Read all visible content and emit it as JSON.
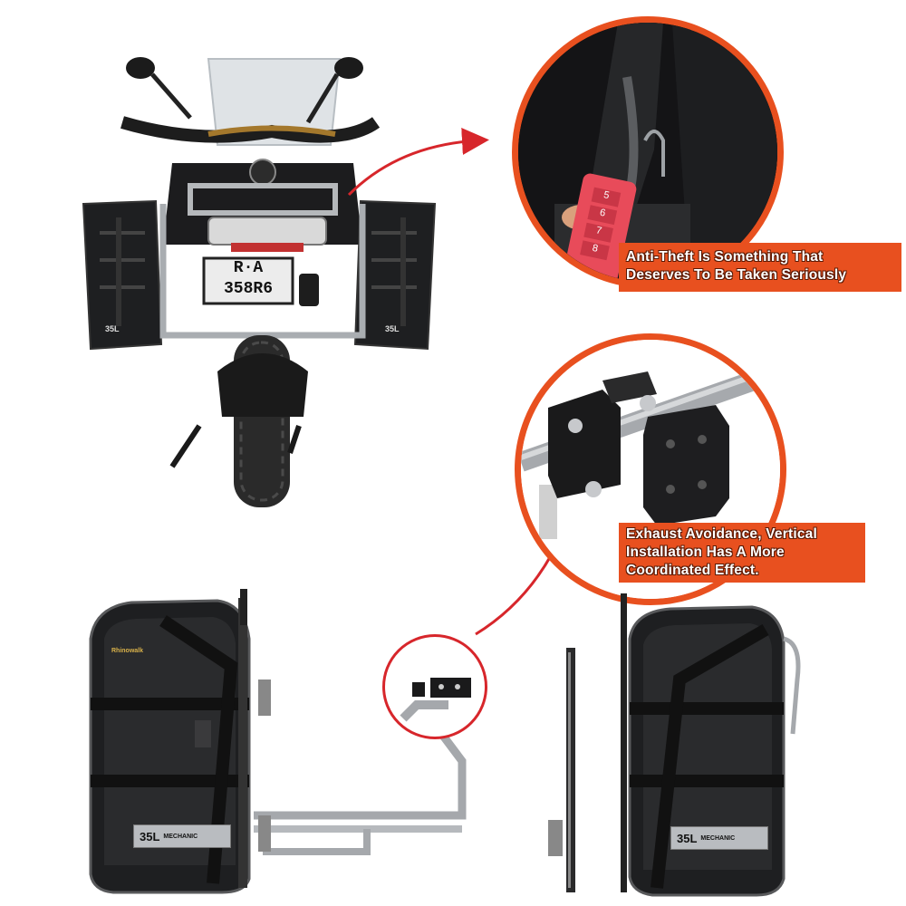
{
  "motorcycle": {
    "plate_line1": "R·A",
    "plate_line2": "358R6",
    "left_bag_capacity": "35L",
    "right_bag_capacity": "35L"
  },
  "callouts": {
    "anti_theft_line1": "Anti-Theft Is Something That",
    "anti_theft_line2": "Deserves To Be Taken Seriously",
    "exhaust_line1": "Exhaust Avoidance, Vertical",
    "exhaust_line2": "Installation  Has A More",
    "exhaust_line3": "Coordinated Effect."
  },
  "lock": {
    "digits": [
      "5",
      "6",
      "7",
      "8"
    ]
  },
  "bags": {
    "left_badge_capacity": "35L",
    "left_badge_brand": "MECHANIC",
    "right_badge_capacity": "35L",
    "right_badge_brand": "MECHANIC",
    "left_logo": "Rhinowalk"
  },
  "colors": {
    "accent_orange": "#e8501f",
    "arrow_red": "#d7262b",
    "bag_black": "#1e1f21"
  }
}
